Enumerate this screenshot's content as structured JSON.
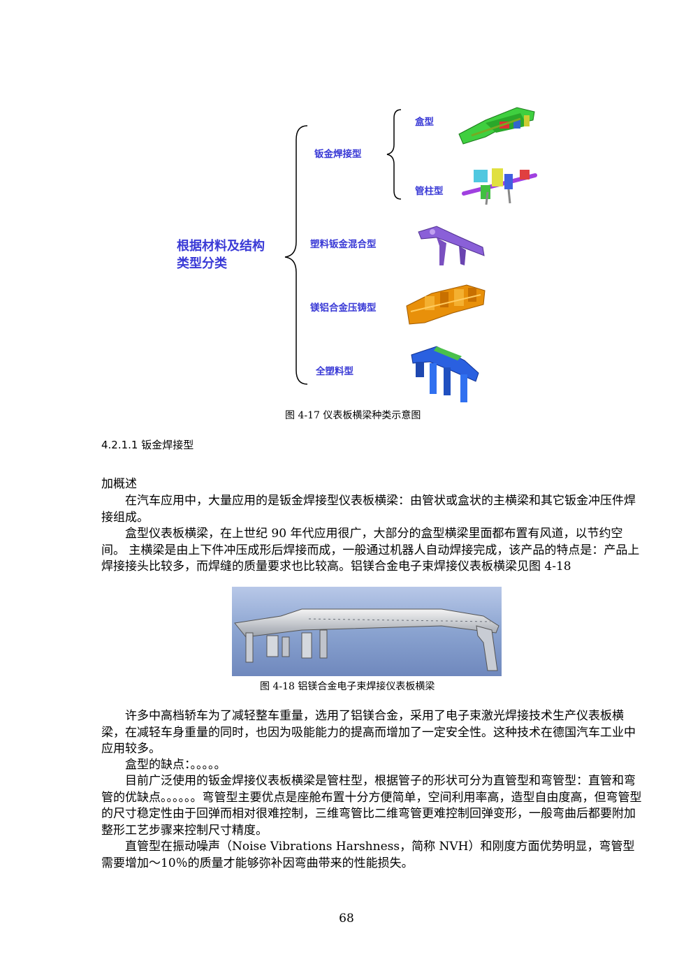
{
  "diagram": {
    "root_line1": "根据材料及结构",
    "root_line2": "类型分类",
    "branches": {
      "sheet_metal": "钣金焊接型",
      "box": "盒型",
      "tube": "管柱型",
      "plastic_metal": "塑料钣金混合型",
      "mg_al": "镁铝合金压铸型",
      "all_plastic": "全塑料型"
    },
    "caption": "图 4-17  仪表板横梁种类示意图"
  },
  "section": {
    "heading": "4.2.1.1 钣金焊接型",
    "overview": "加概述",
    "p1": "在汽车应用中，大量应用的是钣金焊接型仪表板横梁：由管状或盒状的主横梁和其它钣金冲压件焊接组成。",
    "p2": "盒型仪表板横梁，在上世纪 90 年代应用很广，大部分的盒型横梁里面都布置有风道，以节约空间。 主横梁是由上下件冲压成形后焊接而成，一般通过机器人自动焊接完成，该产品的特点是：产品上焊接接头比较多，而焊缝的质量要求也比较高。铝镁合金电子束焊接仪表板横梁见图 4-18",
    "photo_caption": "图 4-18  铝镁合金电子束焊接仪表板横梁",
    "p3": "许多中高档轿车为了减轻整车重量，选用了铝镁合金，采用了电子束激光焊接技术生产仪表板横梁，在减轻车身重量的同时，也因为吸能能力的提高而增加了一定安全性。这种技术在德国汽车工业中应用较多。",
    "p4": "盒型的缺点：。。。。。",
    "p5": "目前广泛使用的钣金焊接仪表板横梁是管柱型，根据管子的形状可分为直管型和弯管型：直管和弯管的优缺点。。。。。。弯管型主要优点是座舱布置十分方便简单，空间利用率高，造型自由度高，但弯管型的尺寸稳定性由于回弹而相对很难控制，三维弯管比二维弯管更难控制回弹变形，一般弯曲后都要附加整形工艺步骤来控制尺寸精度。",
    "p6": "直管型在振动噪声（Noise Vibrations Harshness，简称 NVH）和刚度方面优势明显，弯管型需要增加～10％的质量才能够弥补因弯曲带来的性能损失。"
  },
  "page_number": "68",
  "colors": {
    "diagram_text": "#3a3ad6",
    "photo_bg": "#8aa3d0"
  }
}
